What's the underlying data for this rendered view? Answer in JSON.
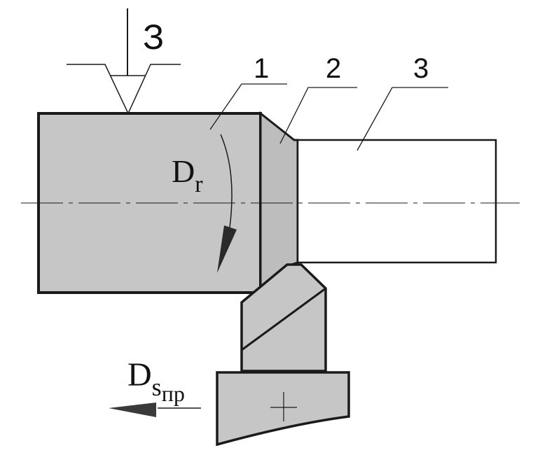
{
  "clamp_symbol": "З",
  "labels": {
    "part1": "1",
    "part2": "2",
    "part3": "3"
  },
  "rotation_motion": {
    "main": "D",
    "sub": "r"
  },
  "feed_motion": {
    "main": "D",
    "sub": "s",
    "subsub": "пр"
  },
  "colors": {
    "fill": "#c6c6c6",
    "stroke": "#1a1a1a",
    "arrow": "#3a3a3a"
  }
}
